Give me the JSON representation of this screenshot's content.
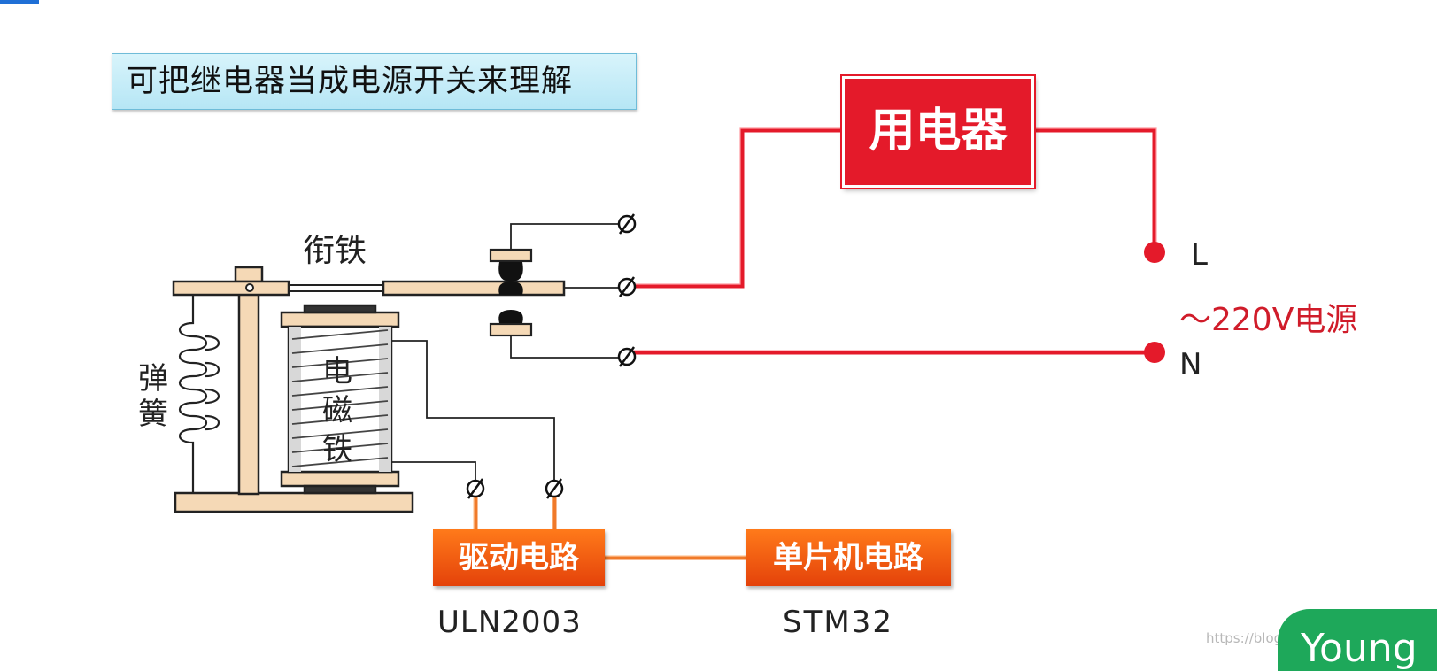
{
  "title": "可把继电器当成电源开关来理解",
  "appliance": {
    "label": "用电器"
  },
  "relay": {
    "armature_label": "衔铁",
    "spring_label_1": "弹",
    "spring_label_2": "簧",
    "electromagnet_label_1": "电",
    "electromagnet_label_2": "磁",
    "electromagnet_label_3": "铁"
  },
  "power": {
    "live_label": "L",
    "neutral_label": "N",
    "source_label": "～220V电源"
  },
  "driver": {
    "label": "驱动电路",
    "chip": "ULN2003"
  },
  "mcu": {
    "label": "单片机电路",
    "chip": "STM32"
  },
  "watermark": "https://blog.csdn.net/Dreamer_HHH",
  "badge_text": "Young",
  "colors": {
    "mains_wire": "#e41a2a",
    "appliance_fill": "#e41a2a",
    "control_wire": "#f07a2a",
    "title_bg": "#c8eef8",
    "relay_wood": "#f5d9b6",
    "badge": "#1ea85a"
  }
}
